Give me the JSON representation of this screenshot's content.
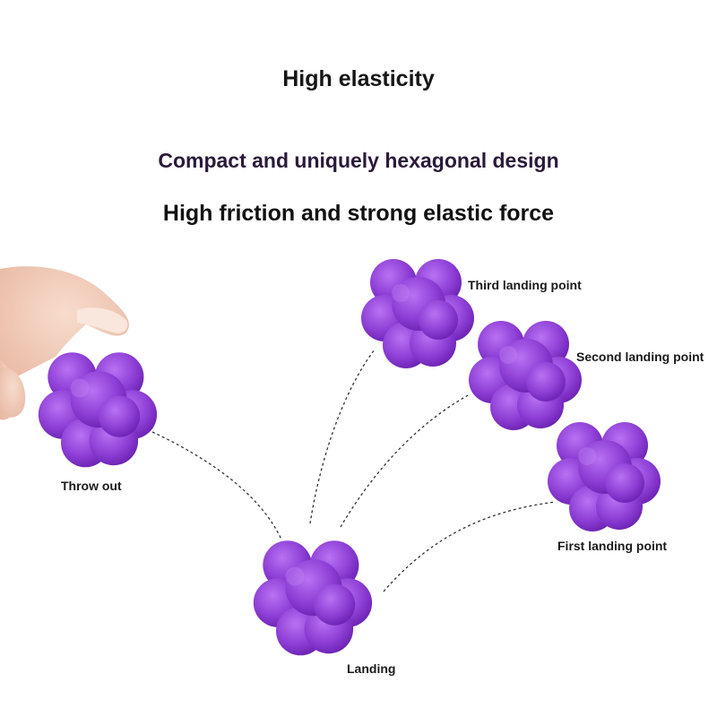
{
  "headlines": {
    "line1": "High elasticity",
    "line2": "Compact and uniquely hexagonal design",
    "line3": "High friction and strong elastic force"
  },
  "labels": {
    "throw_out": "Throw out",
    "landing": "Landing",
    "first": "First landing point",
    "second": "Second landing point",
    "third": "Third landing point"
  },
  "colors": {
    "ball": "#8e3fd6",
    "ball_shadow": "#6a20b0",
    "ball_highlight": "#b06ef0",
    "path": "#333333",
    "skin": "#f2cdbb"
  }
}
